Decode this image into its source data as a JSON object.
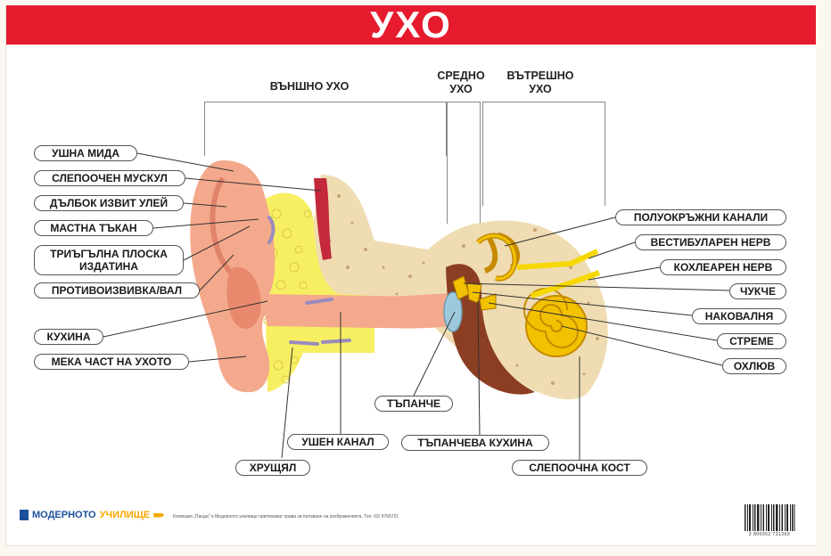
{
  "title": "УХО",
  "sections": {
    "outer": "ВЪНШНО УХО",
    "middle": [
      "СРЕДНО",
      "УХО"
    ],
    "inner": [
      "ВЪТРЕШНО",
      "УХО"
    ]
  },
  "labels": {
    "helix": "УШНА МИДА",
    "temporal_muscle": "СЛЕПООЧЕН МУСКУЛ",
    "deep_groove": "ДЪЛБОК ИЗВИТ УЛЕЙ",
    "fatty_tissue": "МАСТНА ТЪКАН",
    "triangular_fossa": [
      "ТРИЪГЪЛНА ПЛОСКА",
      "ИЗДАТИНА"
    ],
    "antihelix": "ПРОТИВОИЗВИВКА/ВАЛ",
    "concha": "КУХИНА",
    "earlobe": "МЕКА ЧАСТ НА УХОТО",
    "eardrum": "ТЪПАНЧЕ",
    "ear_canal": "УШЕН КАНАЛ",
    "tympanic_cavity": "ТЪПАНЧЕВА КУХИНА",
    "cartilage": "ХРУЩЯЛ",
    "temporal_bone": "СЛЕПООЧНА КОСТ",
    "semicircular_canals": "ПОЛУОКРЪЖНИ КАНАЛИ",
    "vestibular_nerve": "ВЕСТИБУЛАРЕН НЕРВ",
    "cochlear_nerve": "КОХЛЕАРЕН НЕРВ",
    "malleus": "ЧУКЧЕ",
    "incus": "НАКОВАЛНЯ",
    "stapes": "СТРЕМЕ",
    "cochlea": "ОХЛЮВ"
  },
  "footer": {
    "logo_part1": "МОДЕРНОТО",
    "logo_part2": "УЧИЛИЩЕ",
    "note": "Колекция „Панда\" и Модерното училище притежават права за ползване на изображенията. Тел. 02/ 9766721",
    "barcode_number": "3 800052 731269"
  },
  "colors": {
    "title_bar": "#e61b2e",
    "skin": "#f4a98c",
    "fat": "#f7ef62",
    "bone": "#efdcb2",
    "inner_ear": "#f2c200",
    "cavity": "#8b3e22",
    "muscle": "#c4283d"
  }
}
